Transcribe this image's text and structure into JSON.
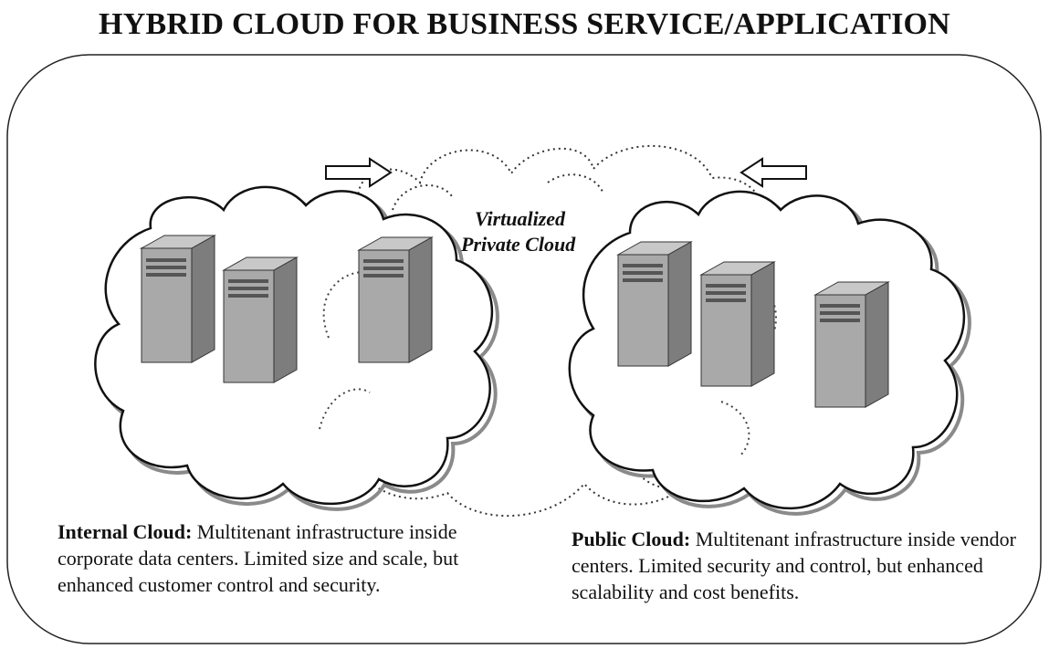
{
  "title": "HYBRID CLOUD FOR BUSINESS SERVICE/APPLICATION",
  "private_cloud": {
    "line1": "Virtualized",
    "line2": "Private Cloud"
  },
  "internal_cloud": {
    "heading": "Internal Cloud:",
    "text": "Multitenant infrastructure inside corporate data centers.  Limited size and scale, but enhanced customer control and security."
  },
  "public_cloud": {
    "heading": "Public Cloud:",
    "text": "Multitenant infrastructure inside vendor centers.  Limited security and control, but enhanced scalability and cost benefits."
  },
  "icons": [
    "server-icon",
    "right-arrow-icon",
    "left-arrow-icon",
    "cloud-icon"
  ],
  "colors": {
    "server_face": "#a9a9a9",
    "server_side": "#7d7d7d",
    "server_top": "#c8c8c8",
    "outline": "#111111",
    "shadow": "#8a8a8a"
  }
}
